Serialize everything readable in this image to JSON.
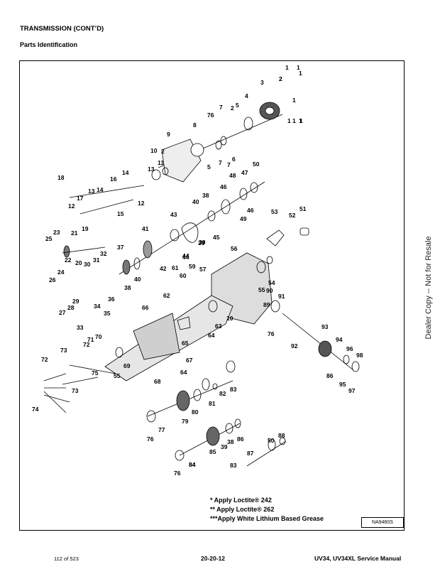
{
  "header": {
    "section_title": "TRANSMISSION (CONT’D)",
    "subtitle": "Parts Identification"
  },
  "diagram": {
    "figure_code": "NA9460S",
    "notes": [
      "* Apply Loctite® 242",
      "** Apply Loctite® 262",
      "***Apply White Lithium Based Grease"
    ],
    "part_callouts": [
      "1",
      "1",
      "1",
      "1",
      "1",
      "1",
      "2",
      "3",
      "4",
      "2",
      "5",
      "76",
      "7",
      "8",
      "9",
      "6",
      "7",
      "7",
      "10",
      "2",
      "5",
      "11",
      "13",
      "14",
      "16",
      "17",
      "18",
      "12",
      "13",
      "14",
      "15",
      "12",
      "40",
      "38",
      "46",
      "48",
      "47",
      "50",
      "43",
      "53",
      "51",
      "52",
      "49",
      "46",
      "45",
      "41",
      "39",
      "37",
      "36",
      "23",
      "21",
      "19",
      "22",
      "25",
      "24",
      "20",
      "30",
      "31",
      "32",
      "26",
      "44",
      "42",
      "39",
      "40",
      "38",
      "35",
      "34",
      "29",
      "28",
      "27",
      "33",
      "61",
      "60",
      "59",
      "57",
      "62",
      "56",
      "55",
      "54",
      "90",
      "91",
      "66",
      "10",
      "63",
      "64",
      "89",
      "76",
      "92",
      "93",
      "94",
      "96",
      "98",
      "65",
      "86",
      "95",
      "97",
      "71",
      "70",
      "72",
      "73",
      "68",
      "67",
      "55",
      "69",
      "72",
      "73",
      "75",
      "74",
      "64",
      "84",
      "81",
      "82",
      "83",
      "77",
      "80",
      "79",
      "76",
      "86",
      "38",
      "39",
      "85",
      "87",
      "50",
      "88",
      "84",
      "76",
      "83",
      "44",
      "1",
      "1",
      "2"
    ]
  },
  "watermark": "Dealer Copy -- Not for Resale",
  "footer": {
    "page_count": "112 of 523",
    "page_number": "20-20-12",
    "manual_title": "UV34, UV34XL Service Manual"
  }
}
